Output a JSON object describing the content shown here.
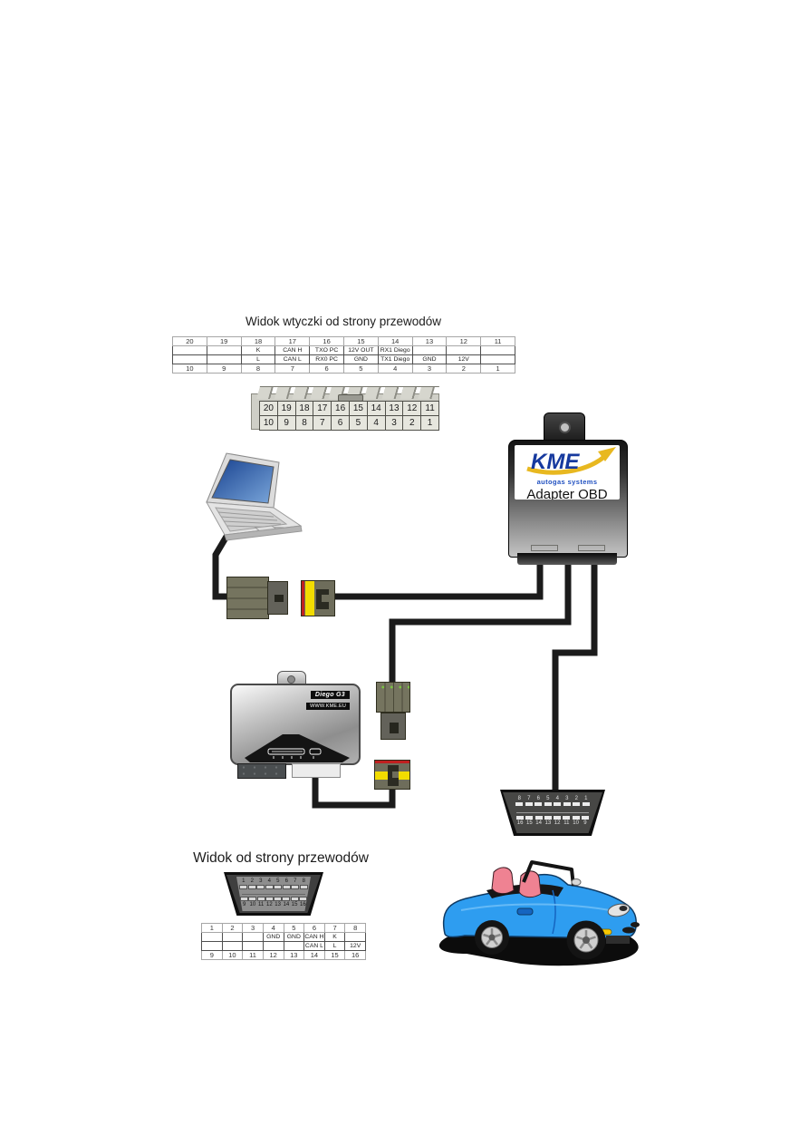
{
  "titles": {
    "top": "Widok wtyczki od strony przewodów",
    "bottom": "Widok od strony przewodów"
  },
  "top_table": {
    "row1": [
      "20",
      "19",
      "18",
      "17",
      "16",
      "15",
      "14",
      "13",
      "12",
      "11"
    ],
    "row2": [
      "",
      "",
      "K",
      "CAN H",
      "TXO PC",
      "12V OUT",
      "RX1 Diego",
      "",
      "",
      ""
    ],
    "row3": [
      "",
      "",
      "L",
      "CAN L",
      "RX0 PC",
      "GND",
      "TX1 Diego",
      "GND",
      "12V",
      ""
    ],
    "row4": [
      "10",
      "9",
      "8",
      "7",
      "6",
      "5",
      "4",
      "3",
      "2",
      "1"
    ]
  },
  "plug20": {
    "row_top": [
      "20",
      "19",
      "18",
      "17",
      "16",
      "15",
      "14",
      "13",
      "12",
      "11"
    ],
    "row_bottom": [
      "10",
      "9",
      "8",
      "7",
      "6",
      "5",
      "4",
      "3",
      "2",
      "1"
    ]
  },
  "adapter": {
    "brand": "KME",
    "tagline": "autogas systems",
    "label": "Adapter OBD"
  },
  "diego": {
    "model": "Diego G3",
    "website": "WWW.KME.EU"
  },
  "obd_plug": {
    "row_top": [
      "8",
      "7",
      "6",
      "5",
      "4",
      "3",
      "2",
      "1"
    ],
    "row_bottom": [
      "16",
      "15",
      "14",
      "13",
      "12",
      "11",
      "10",
      "9"
    ]
  },
  "obd_socket": {
    "row_top": [
      "1",
      "2",
      "3",
      "4",
      "5",
      "6",
      "7",
      "8"
    ],
    "row_bottom": [
      "9",
      "10",
      "11",
      "12",
      "13",
      "14",
      "15",
      "16"
    ]
  },
  "bottom_table": {
    "row1": [
      "1",
      "2",
      "3",
      "4",
      "5",
      "6",
      "7",
      "8"
    ],
    "row2": [
      "",
      "",
      "",
      "GND",
      "GND",
      "CAN H",
      "K",
      ""
    ],
    "row3": [
      "",
      "",
      "",
      "",
      "",
      "CAN L",
      "L",
      "12V"
    ],
    "row4": [
      "9",
      "10",
      "11",
      "12",
      "13",
      "14",
      "15",
      "16"
    ]
  },
  "colors": {
    "cable_black": "#1b1b1b",
    "connector_olive": "#6e6d5b",
    "locking_band_yellow": "#f2dc00",
    "keying_stripe_red": "#c02020",
    "kme_blue": "#16399e",
    "kme_gold": "#e8b820",
    "car_blue": "#2e9df0"
  }
}
